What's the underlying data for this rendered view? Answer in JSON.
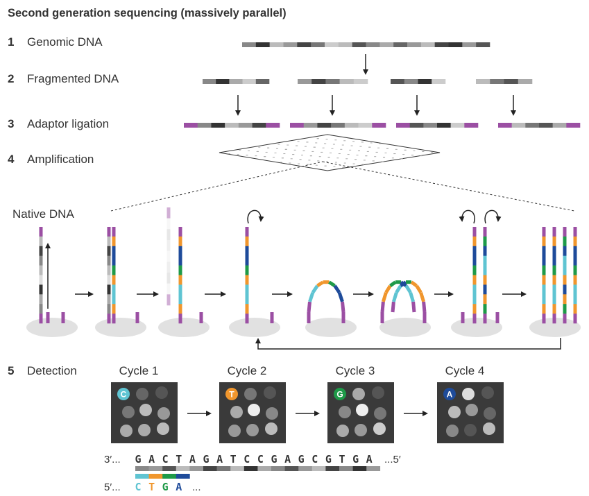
{
  "title": "Second generation sequencing (massively parallel)",
  "steps": [
    {
      "num": "1",
      "label": "Genomic DNA"
    },
    {
      "num": "2",
      "label": "Fragmented DNA"
    },
    {
      "num": "3",
      "label": "Adaptor ligation"
    },
    {
      "num": "4",
      "label": "Amplification"
    },
    {
      "num": "5",
      "label": "Detection"
    }
  ],
  "native_label": "Native DNA",
  "cycles": [
    {
      "label": "Cycle 1",
      "base": "C"
    },
    {
      "label": "Cycle 2",
      "base": "T"
    },
    {
      "label": "Cycle 3",
      "base": "G"
    },
    {
      "label": "Cycle 4",
      "base": "A"
    }
  ],
  "sequence": {
    "top_prefix": "3′...",
    "top_bases": [
      "G",
      "A",
      "C",
      "T",
      "A",
      "G",
      "A",
      "T",
      "C",
      "C",
      "G",
      "A",
      "G",
      "C",
      "G",
      "T",
      "G",
      "A"
    ],
    "top_suffix": "...5′",
    "bottom_prefix": "5′...",
    "bottom_bases": [
      "C",
      "T",
      "G",
      "A"
    ],
    "bottom_suffix": "..."
  },
  "colors": {
    "adaptor": "#9b4fa3",
    "C": "#5fc4d2",
    "T": "#f0962d",
    "G": "#1e9a48",
    "A": "#1e4b9a",
    "text": "#333333",
    "panel": "#3a3a3a"
  }
}
